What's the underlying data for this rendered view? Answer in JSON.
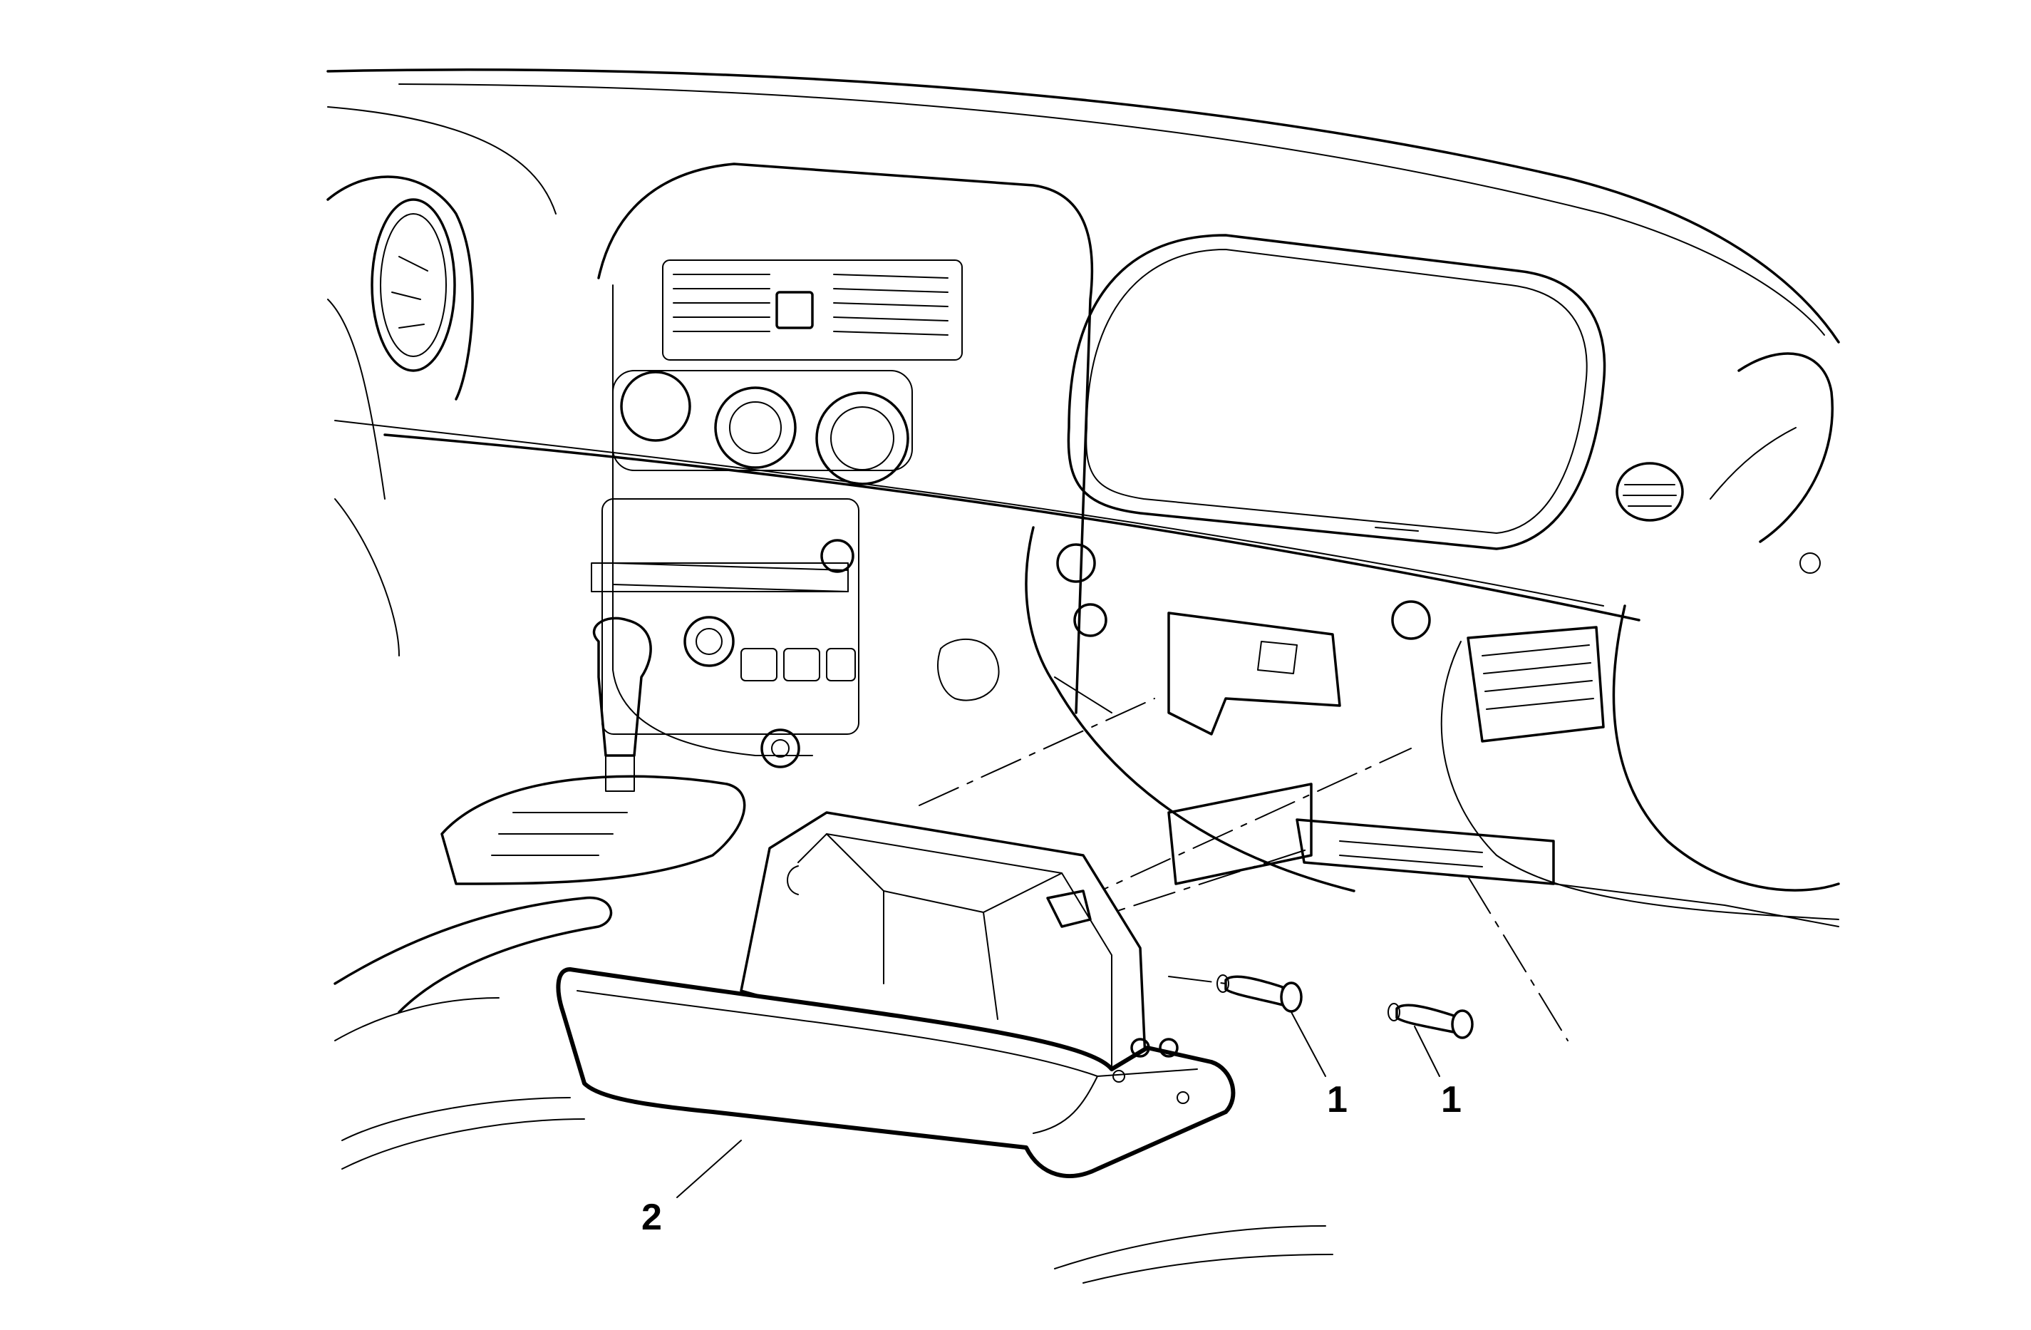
{
  "diagram": {
    "callouts": [
      {
        "id": "pin-a",
        "label": "1"
      },
      {
        "id": "pin-b",
        "label": "1"
      },
      {
        "id": "glovebox",
        "label": "2"
      }
    ]
  }
}
